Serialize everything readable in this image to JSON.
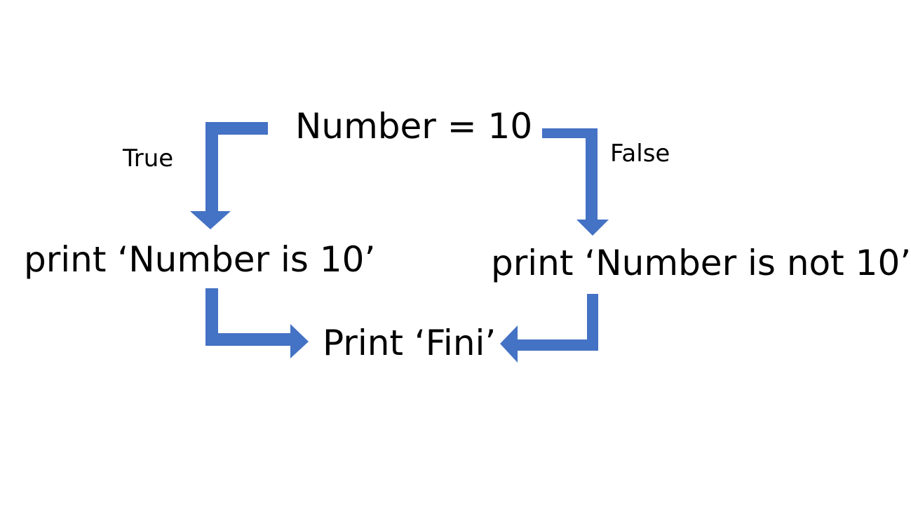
{
  "diagram": {
    "condition": "Number = 10",
    "branch_true_label": "True",
    "branch_false_label": "False",
    "true_statement": "print ‘Number is 10’",
    "false_statement": "print ‘Number is not 10’",
    "end_statement": "Print ‘Fini’",
    "arrow_color": "#4472C4"
  }
}
